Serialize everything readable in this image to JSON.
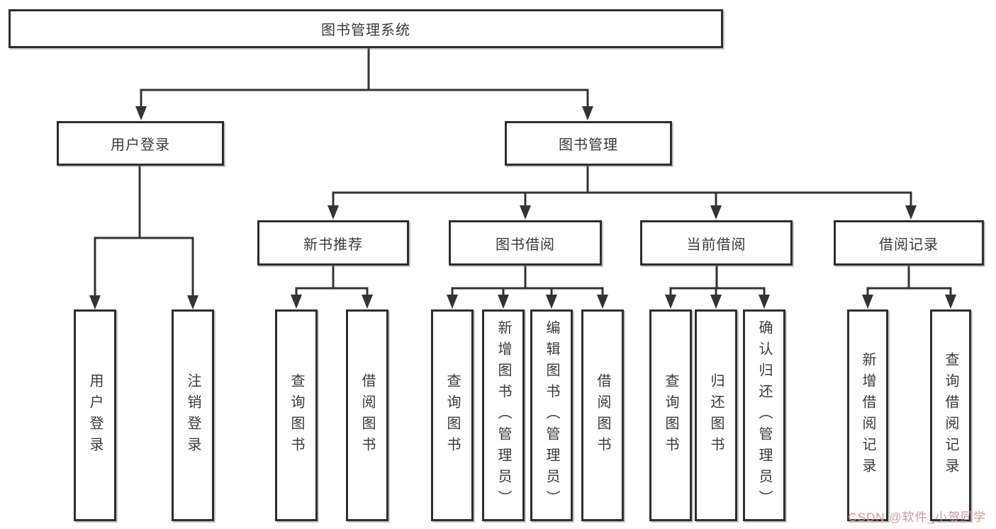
{
  "diagram_title": "图书管理系统",
  "nodes": {
    "root": "图书管理系统",
    "user_login": "用户登录",
    "book_management": "图书管理",
    "new_book_recommend": "新书推荐",
    "book_borrow": "图书借阅",
    "current_borrow": "当前借阅",
    "borrow_records": "借阅记录",
    "leaf_user_login": "用户登录",
    "leaf_logout": "注销登录",
    "leaf_nb_query": "查询图书",
    "leaf_nb_borrow": "借阅图书",
    "leaf_bb_query": "查询图书",
    "leaf_bb_add": "新增图书（管理员）",
    "leaf_bb_edit": "编辑图书（管理员）",
    "leaf_bb_borrow": "借阅图书",
    "leaf_cb_query": "查询图书",
    "leaf_cb_return": "归还图书",
    "leaf_cb_confirm": "确认归还（管理员）",
    "leaf_br_add": "新增借阅记录",
    "leaf_br_query": "查询借阅记录"
  },
  "watermark": {
    "text": "CSDN @软件_小贺同学",
    "color": "#d49499"
  },
  "colors": {
    "line": "#333333",
    "box_border": "#2e2e2e",
    "box_fill": "#ffffff",
    "text": "#3a3a3a",
    "background": "#ffffff"
  }
}
